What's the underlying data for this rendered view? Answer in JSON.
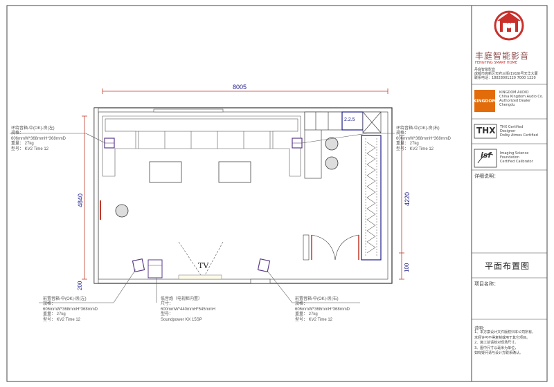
{
  "title_block": {
    "company_name": "丰庭智能影音",
    "company_sub": "FENGTING SMART HOME",
    "company_info": [
      "丹庭智能影音",
      "成都市高新区天府三街(1919)号天华大厦",
      "联系电话：18828001220  7000 1220"
    ],
    "brand_badge": "KINGDOM",
    "brand_info": [
      "KINGDOM AUDIO",
      "China Kingdom Audio Co.",
      "Authorized Dealer",
      "Chengdu"
    ],
    "thx_logo": "THX",
    "thx_info": [
      "THX Certified",
      "Designer",
      "Dolby Atmos Certified"
    ],
    "isf_logo": "isf",
    "isf_info": [
      "Imaging Science",
      "Foundation",
      "Certified Calibrator"
    ],
    "details_label": "详细说明：",
    "drawing_title": "平面布置图",
    "project_label": "项目名称：",
    "notes_label": "说明：",
    "notes": [
      "1、本方案设计文件版权归本公司所有，",
      "未经许可不得复制或用于其它项目。",
      "2、施工前请核对现场尺寸。",
      "3、图中尺寸以毫米为单位，",
      "如有疑问请与设计方联系确认。"
    ]
  },
  "plan": {
    "dim_top": "8005",
    "dim_left": "4840",
    "dim_right": "4220",
    "dim_right_small": "100",
    "dim_left_small": "200",
    "cabinet_label": "2.2.5",
    "tv_label": "TV"
  },
  "annotations": {
    "top_left": [
      "环绕音箱-中(OK)-房(左)",
      "规格：",
      "606mmW*368mmH*368mmD",
      "重量：  27kg",
      "型号：  KV2 Time 12"
    ],
    "top_right": [
      "环绕音箱-中(OK)-房(右)",
      "规格：",
      "606mmW*368mmH*368mmD",
      "重量：  27kg",
      "型号：  KV2 Time 12"
    ],
    "bottom_left": [
      "前置音箱-中(OK)-房(左)",
      "规格：",
      "606mmW*368mmH*368mmD",
      "重量：  27kg",
      "型号：  KV2 Time 12"
    ],
    "bottom_center": [
      "低音炮（电视柜内置）",
      "尺寸：",
      "600mmW*440mmH*545mmH",
      "型号：",
      "Soundpower KX 15SP"
    ],
    "bottom_right": [
      "前置音箱-中(OK)-房(右)",
      "规格：",
      "606mmW*368mmH*368mmD",
      "重量：  27kg",
      "型号：  KV2 Time 12"
    ]
  },
  "colors": {
    "dimension": "#1b1b8a",
    "speaker": "#5a3a8a",
    "logo_red": "#c9302c",
    "badge_orange": "#e36c0a",
    "door_red": "#c0392b"
  }
}
